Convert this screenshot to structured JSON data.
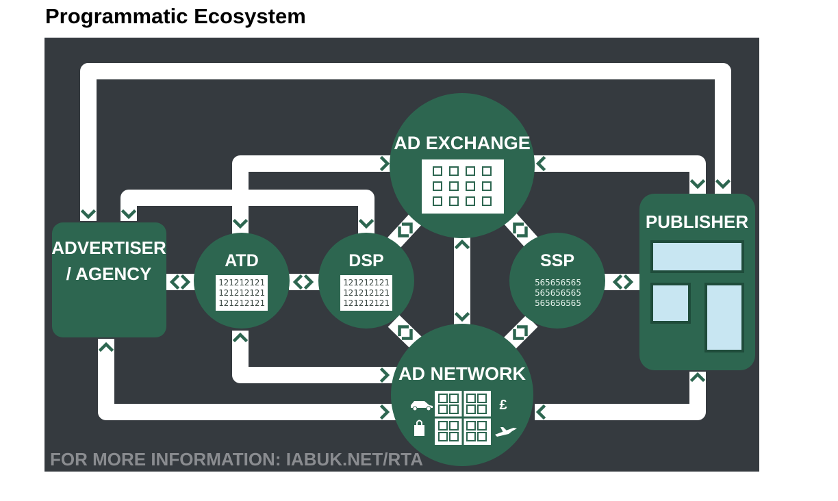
{
  "page": {
    "title": "Programmatic Ecosystem"
  },
  "diagram": {
    "colors": {
      "background": "#353a3f",
      "node": "#2d6650",
      "path": "#ffffff",
      "arrow": "#2d6650",
      "panel": "#c8e6f2"
    },
    "nodes": {
      "advertiser": {
        "line1": "ADVERTISER",
        "line2": "/ AGENCY"
      },
      "atd": {
        "label": "ATD",
        "codes": [
          "121212121",
          "121212121",
          "121212121"
        ]
      },
      "dsp": {
        "label": "DSP",
        "codes": [
          "121212121",
          "121212121",
          "121212121"
        ]
      },
      "ad_exchange": {
        "label": "AD EXCHANGE"
      },
      "ssp": {
        "label": "SSP",
        "codes": [
          "565656565",
          "565656565",
          "565656565"
        ]
      },
      "ad_network": {
        "label": "AD NETWORK",
        "currency": "£",
        "icons": [
          "car-icon",
          "shopping-bag-icon",
          "airplane-icon"
        ]
      },
      "publisher": {
        "label": "PUBLISHER"
      }
    },
    "footer": "FOR MORE INFORMATION:  IABUK.NET/RTA"
  }
}
